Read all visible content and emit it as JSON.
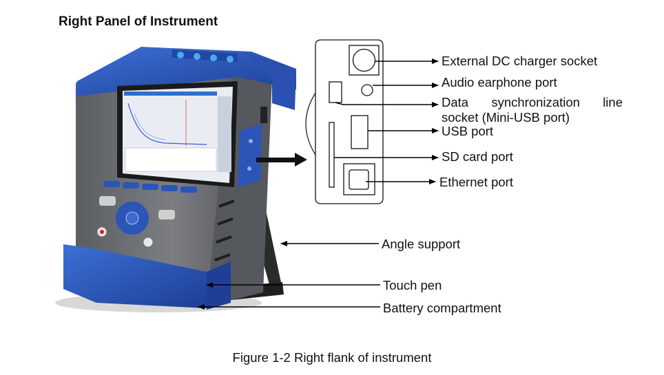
{
  "heading": "Right Panel of Instrument",
  "caption": "Figure 1-2 Right flank of instrument",
  "callouts": {
    "dc_charger": "External DC charger socket",
    "audio": "Audio earphone port",
    "data_sync_line1": "Data synchronization line",
    "data_sync_line2": "socket (Mini-USB port)",
    "usb": "USB port",
    "sd": "SD card port",
    "ethernet": "Ethernet port",
    "angle": "Angle support",
    "pen": "Touch pen",
    "battery": "Battery compartment"
  },
  "colors": {
    "bumper_blue": "#2c55b8",
    "body_gray": "#6e7175",
    "screen_bg": "#e9edf3",
    "stand_black": "#2b2b2b"
  }
}
